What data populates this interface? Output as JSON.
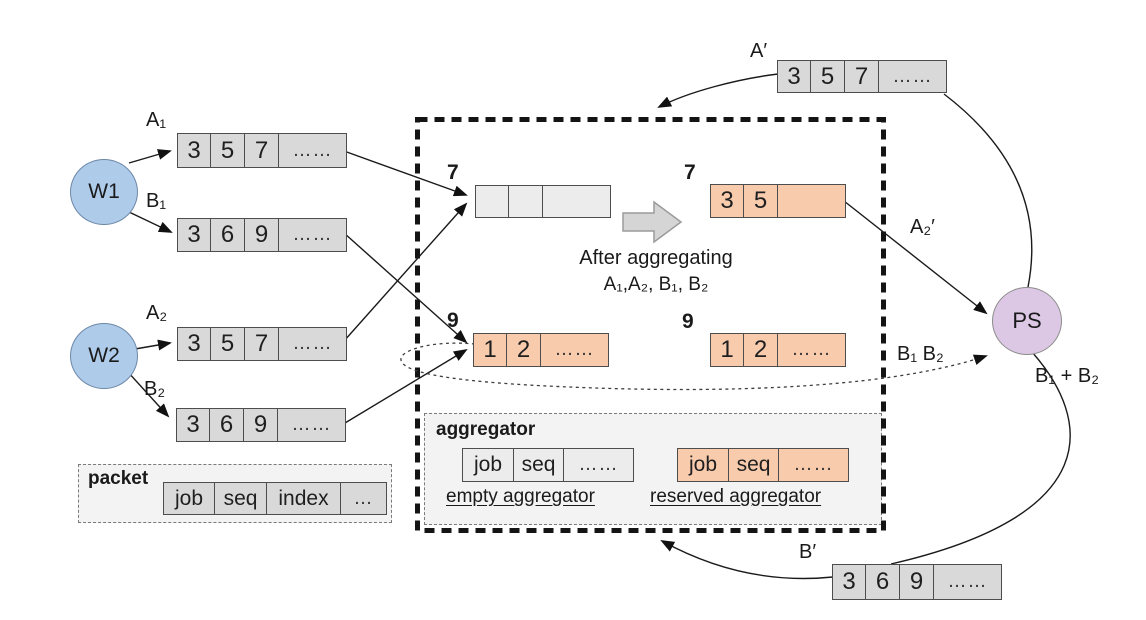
{
  "workers": {
    "w1": "W1",
    "w2": "W2"
  },
  "server": {
    "label": "PS",
    "result_label": "B₁ + B₂"
  },
  "packets": {
    "a1": {
      "label": "A₁",
      "cells": [
        "3",
        "5",
        "7",
        "……"
      ]
    },
    "b1": {
      "label": "B₁",
      "cells": [
        "3",
        "6",
        "9",
        "……"
      ]
    },
    "a2": {
      "label": "A₂",
      "cells": [
        "3",
        "5",
        "7",
        "……"
      ]
    },
    "b2": {
      "label": "B₂",
      "cells": [
        "3",
        "6",
        "9",
        "……"
      ]
    },
    "a_prime": {
      "label": "A′",
      "cells": [
        "3",
        "5",
        "7",
        "……"
      ]
    },
    "b_prime": {
      "label": "B′",
      "cells": [
        "3",
        "6",
        "9",
        "……"
      ]
    },
    "a2_prime_label": "A₂′",
    "b1_b2_label": "B₁ B₂"
  },
  "aggregators": {
    "job7_before": {
      "job": "7",
      "cells": [
        "",
        "",
        ""
      ]
    },
    "job7_after": {
      "job": "7",
      "cells": [
        "3",
        "5",
        ""
      ]
    },
    "job9_left": {
      "job": "9",
      "cells": [
        "1",
        "2",
        "……"
      ]
    },
    "job9_right": {
      "job": "9",
      "cells": [
        "1",
        "2",
        "……"
      ]
    }
  },
  "annotations": {
    "after_line1": "After aggregating",
    "after_line2": "A₁,A₂, B₁, B₂"
  },
  "legend_packet": {
    "title": "packet",
    "cells": [
      "job",
      "seq",
      "index",
      "…"
    ]
  },
  "legend_aggregator": {
    "title": "aggregator",
    "empty_cells": [
      "job",
      "seq",
      "……"
    ],
    "empty_caption": "empty aggregator",
    "reserved_cells": [
      "job",
      "seq",
      "……"
    ],
    "reserved_caption": "reserved aggregator"
  },
  "colors": {
    "worker_fill": "#aecbea",
    "server_fill": "#dcc8e4",
    "packet_gray": "#d9d9d9",
    "reserved_orange": "#f8cbad",
    "empty_aggregator_fill": "#ececec",
    "legend_bg": "#f3f3f3"
  }
}
